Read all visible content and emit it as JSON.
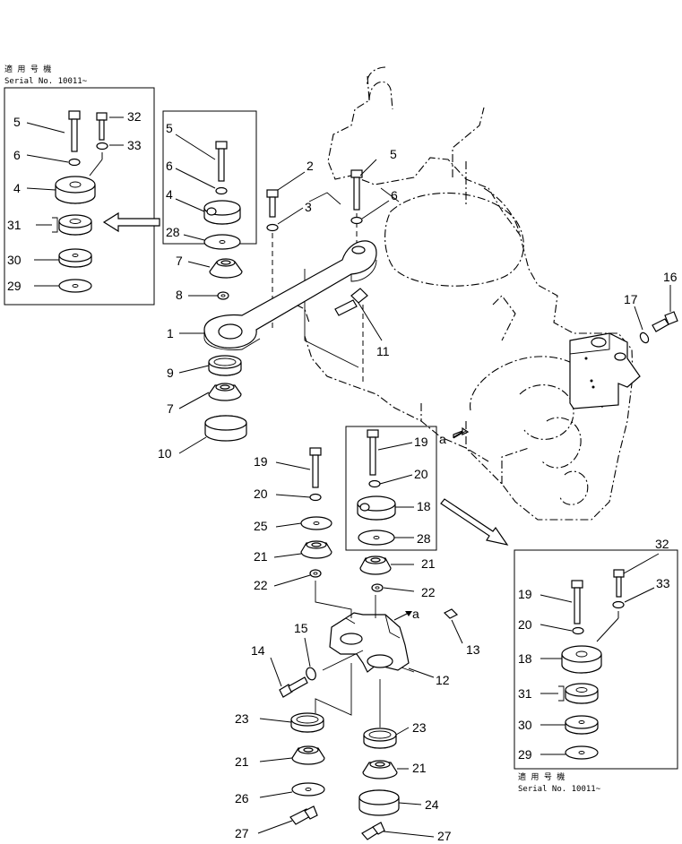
{
  "captions": {
    "top_left_line1": "適 用 号 機",
    "top_left_line2": "Serial No. 10011~",
    "bottom_right_line1": "適 用 号 機",
    "bottom_right_line2": "Serial No. 10011~"
  },
  "callouts": {
    "tl_5": "5",
    "tl_32": "32",
    "tl_6": "6",
    "tl_33": "33",
    "tl_4": "4",
    "tl_31": "31",
    "tl_30": "30",
    "tl_29": "29",
    "in_5": "5",
    "in_6": "6",
    "in_4": "4",
    "in_28": "28",
    "m_2": "2",
    "m_5": "5",
    "m_3": "3",
    "m_6": "6",
    "m_7a": "7",
    "m_8": "8",
    "m_1": "1",
    "m_11": "11",
    "m_9": "9",
    "m_7b": "7",
    "m_10": "10",
    "m_17": "17",
    "m_16": "16",
    "a_upper": "a",
    "c_19": "19",
    "c_20": "20",
    "c_25": "25",
    "c_21": "21",
    "c_22": "22",
    "i2_19": "19",
    "i2_20": "20",
    "i2_18": "18",
    "i2_28": "28",
    "b_21": "21",
    "b_22": "22",
    "a_lower": "a",
    "b_13": "13",
    "b_14": "14",
    "b_15": "15",
    "b_12": "12",
    "b_23a": "23",
    "b_21a": "21",
    "b_26": "26",
    "b_27a": "27",
    "b_23b": "23",
    "b_21b": "21",
    "b_24": "24",
    "b_27b": "27",
    "br_32": "32",
    "br_19": "19",
    "br_33": "33",
    "br_20": "20",
    "br_18": "18",
    "br_31": "31",
    "br_30": "30",
    "br_29": "29"
  }
}
